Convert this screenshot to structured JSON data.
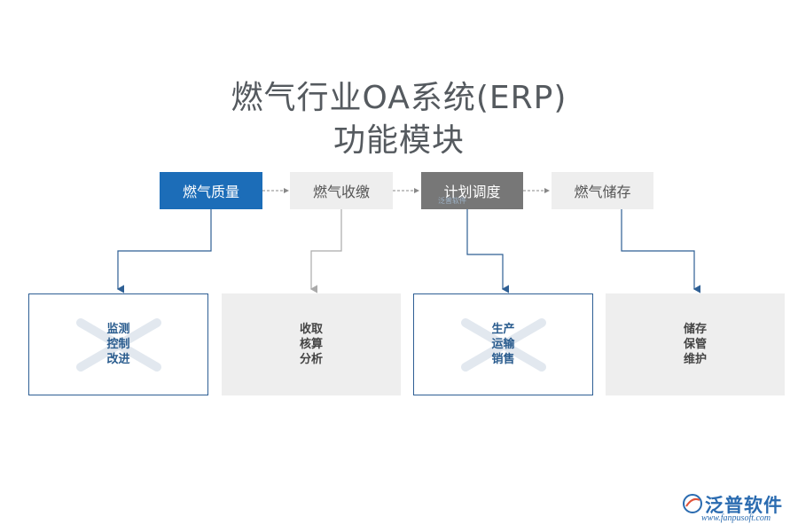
{
  "title": {
    "line1": "燃气行业OA系统(ERP)",
    "line2": "功能模块"
  },
  "tabs": [
    {
      "label": "燃气质量"
    },
    {
      "label": "燃气收缴"
    },
    {
      "label": "计划调度"
    },
    {
      "label": "燃气储存"
    }
  ],
  "boxes": [
    {
      "lines": [
        "监测",
        "控制",
        "改进"
      ]
    },
    {
      "lines": [
        "收取",
        "核算",
        "分析"
      ]
    },
    {
      "lines": [
        "生产",
        "运输",
        "销售"
      ]
    },
    {
      "lines": [
        "储存",
        "保管",
        "维护"
      ]
    }
  ],
  "logo": {
    "brand": "泛普软件",
    "url": "www.fanpusoft.com",
    "watermark": "泛普软件"
  },
  "colors": {
    "accent_blue": "#1c6db8",
    "dark_gray_tab": "#777777",
    "light_gray": "#eeeeee",
    "outline_blue": "#2e5f94"
  }
}
